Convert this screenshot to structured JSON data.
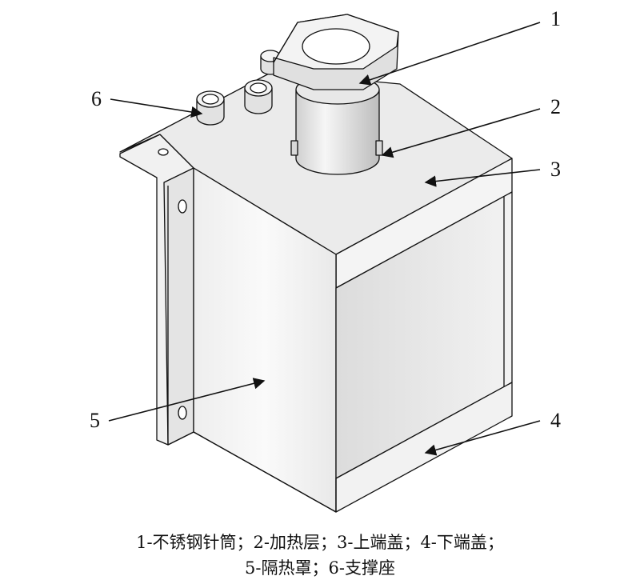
{
  "callouts": [
    {
      "id": "1",
      "number": "1"
    },
    {
      "id": "2",
      "number": "2"
    },
    {
      "id": "3",
      "number": "3"
    },
    {
      "id": "4",
      "number": "4"
    },
    {
      "id": "5",
      "number": "5"
    },
    {
      "id": "6",
      "number": "6"
    }
  ],
  "caption": {
    "line1": "1-不锈钢针筒；2-加热层；3-上端盖；4-下端盖；",
    "line2": "5-隔热罩；6-支撑座"
  },
  "colors": {
    "line": "#111111",
    "face_top": "#e6e6e6",
    "face_front": "#f7f7f7",
    "face_side": "#ececec"
  }
}
